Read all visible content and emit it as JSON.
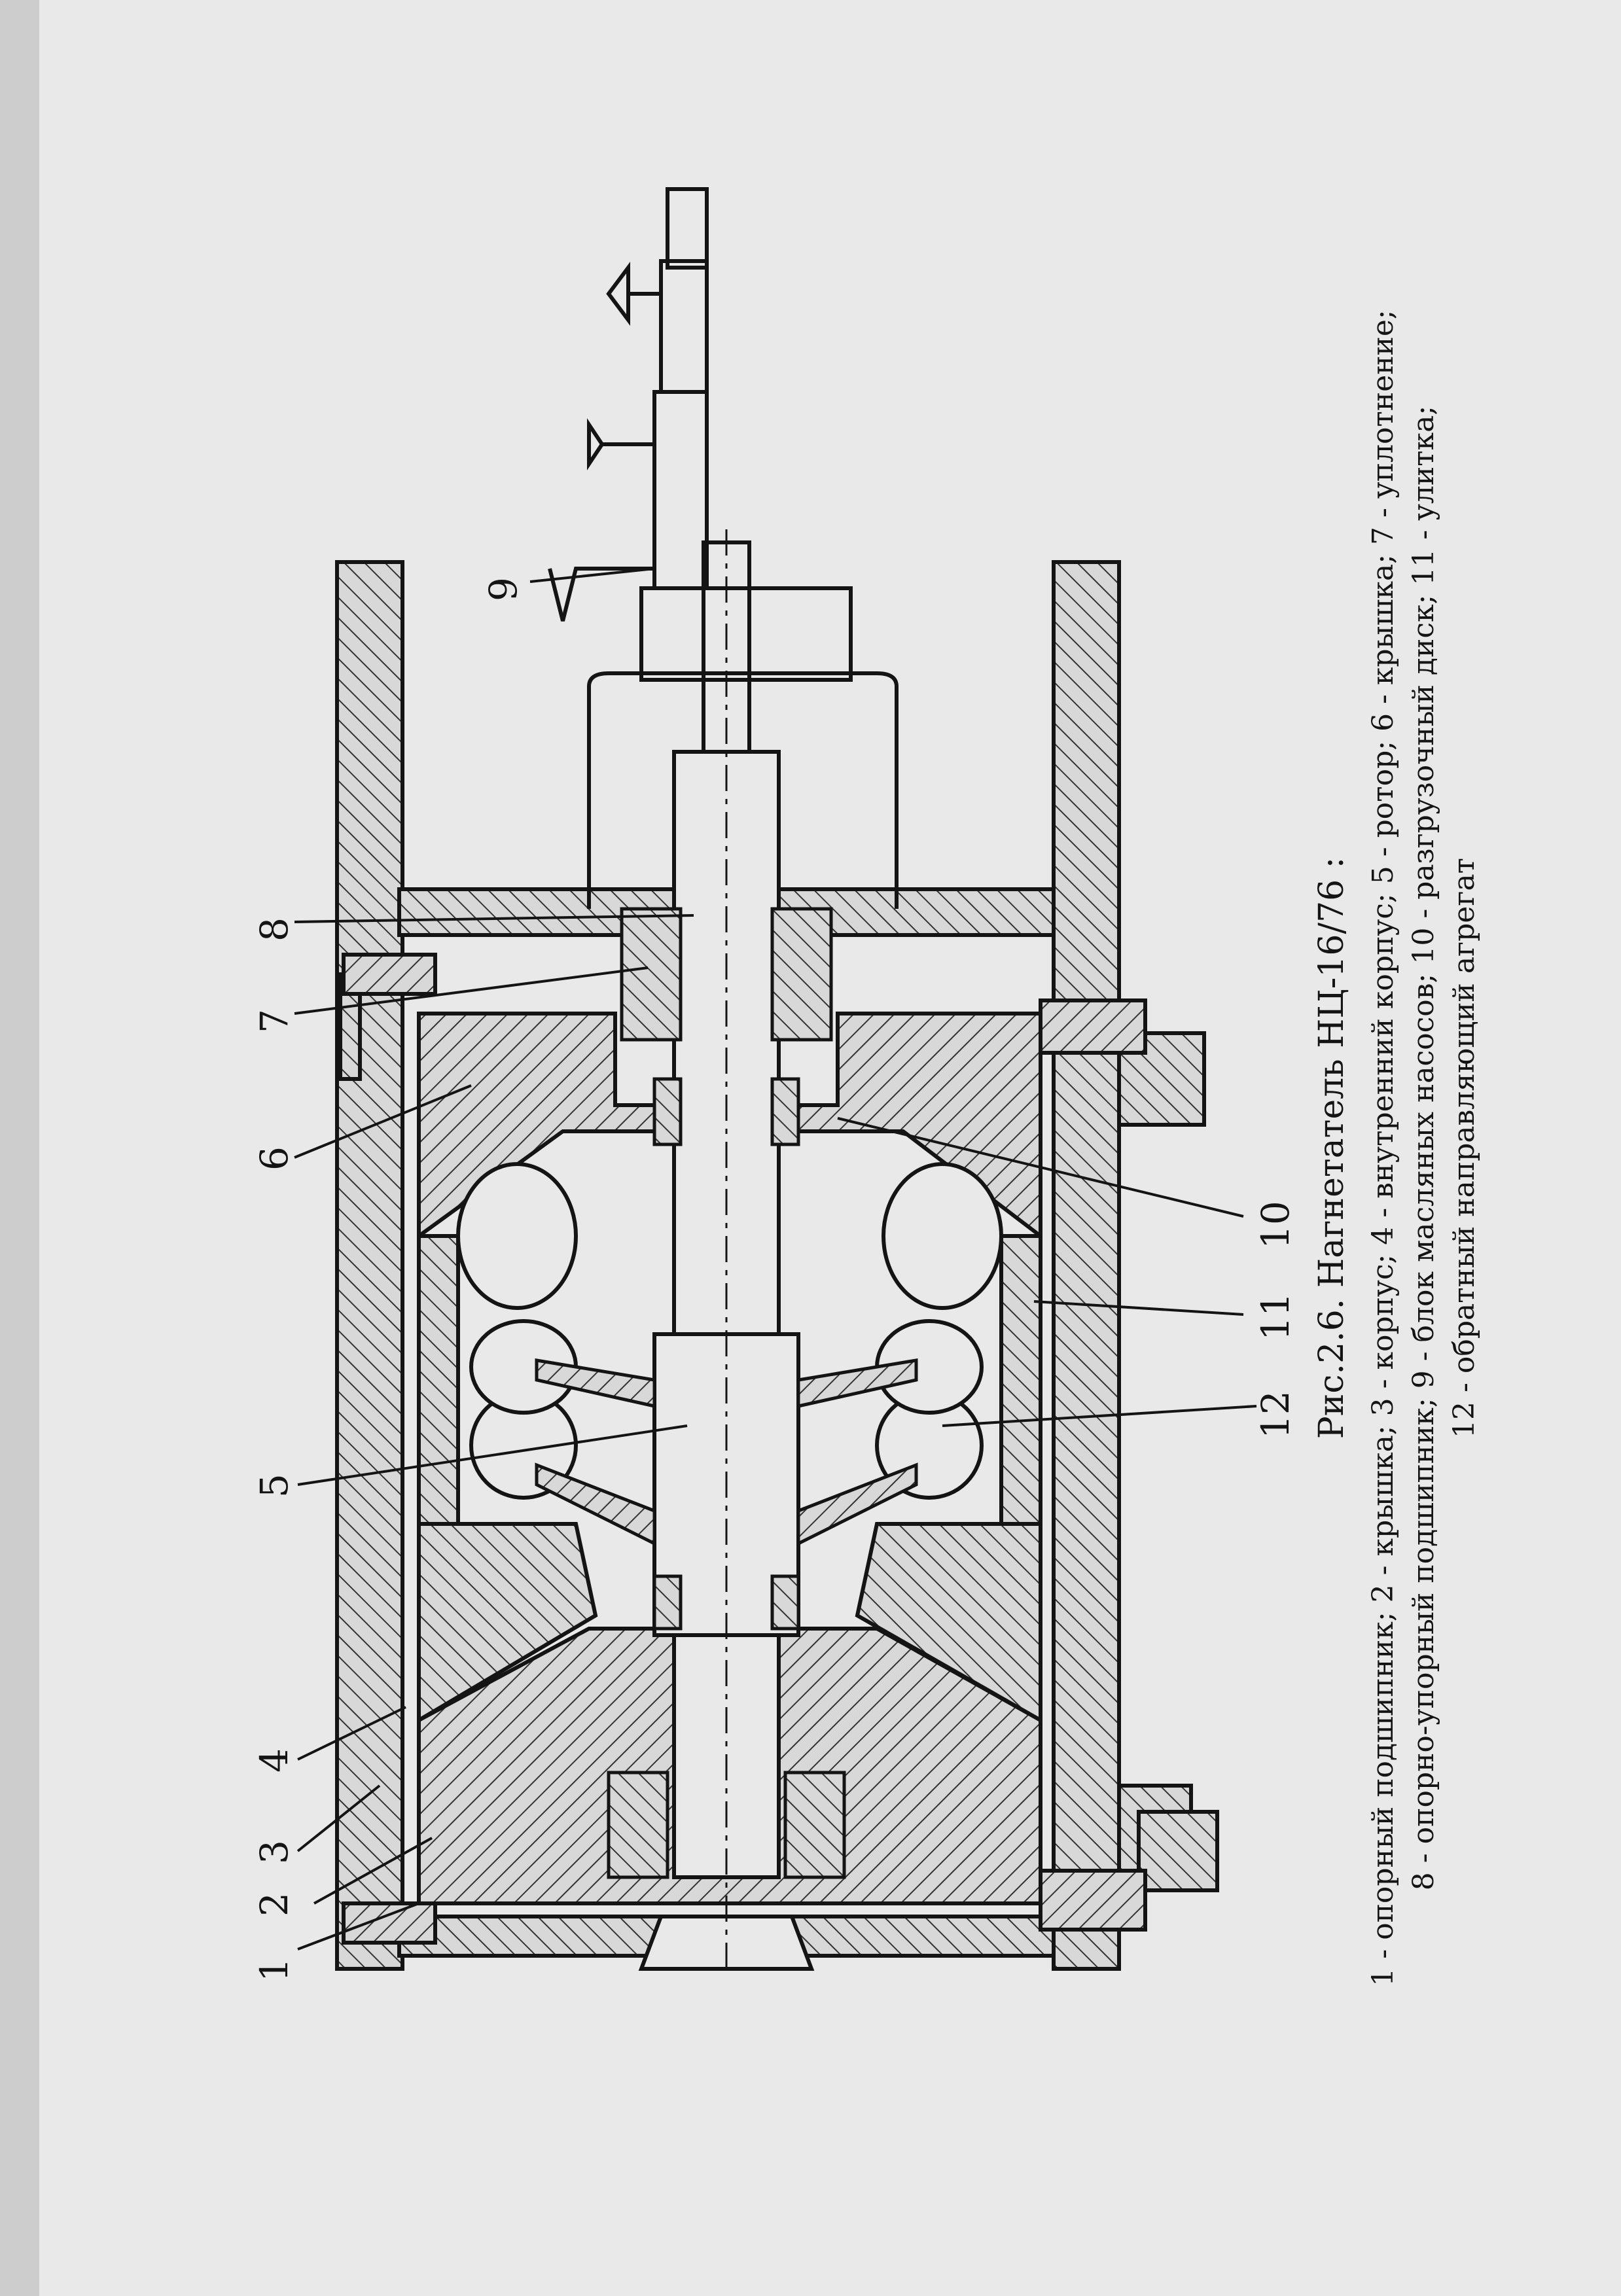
{
  "figure": {
    "title": "Рис.2.6. Нагнетатель НЦ-16/76 :",
    "legend_lines": [
      "1 - опорный подшипник; 2 - крышка; 3 - корпус; 4 - внутренний корпус; 5 - ротор; 6 - крышка; 7 - уплотнение;",
      "8 - опорно-упорный подшипник; 9 - блок масляных насосов; 10 - разгрузочный диск; 11 - улитка;",
      "12 - обратный направляющий агрегат"
    ],
    "callouts": [
      {
        "id": "1",
        "label": "1"
      },
      {
        "id": "2",
        "label": "2"
      },
      {
        "id": "3",
        "label": "3"
      },
      {
        "id": "4",
        "label": "4"
      },
      {
        "id": "5",
        "label": "5"
      },
      {
        "id": "6",
        "label": "6"
      },
      {
        "id": "7",
        "label": "7"
      },
      {
        "id": "8",
        "label": "8"
      },
      {
        "id": "9",
        "label": "9"
      },
      {
        "id": "10",
        "label": "10"
      },
      {
        "id": "11",
        "label": "11"
      },
      {
        "id": "12",
        "label": "12"
      }
    ]
  },
  "colors": {
    "paper": "#e9e9e9",
    "ink": "#141414",
    "hatch": "#333333",
    "shadow": "#9a9a9a"
  }
}
